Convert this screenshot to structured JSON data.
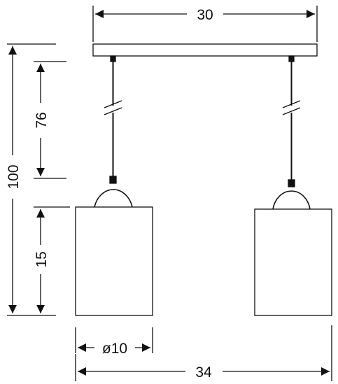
{
  "dimensions": {
    "top_width": "30",
    "total_height": "100",
    "cord_length": "76",
    "shade_height": "15",
    "shade_diameter": "ø10",
    "total_width": "34"
  },
  "colors": {
    "line": "#111111",
    "background": "#ffffff"
  }
}
